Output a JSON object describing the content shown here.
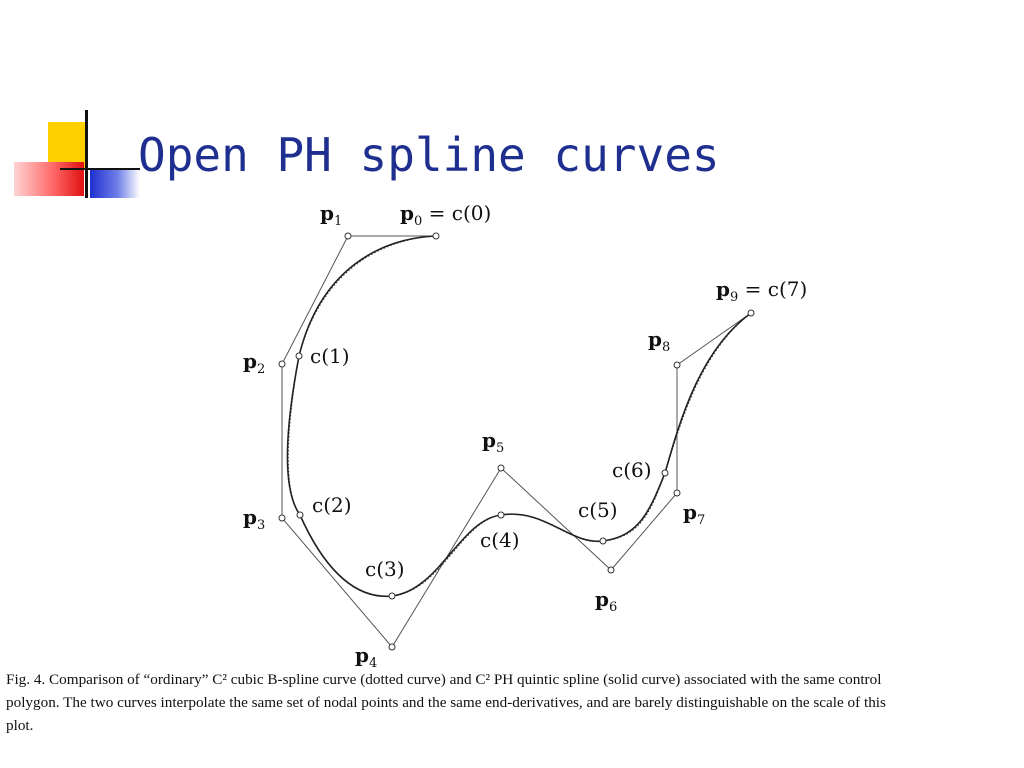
{
  "slide": {
    "title": "Open PH spline curves"
  },
  "figure": {
    "control_points": [
      {
        "bold": "p",
        "sub": "0",
        "suffix": " = c(0)"
      },
      {
        "bold": "p",
        "sub": "1",
        "suffix": ""
      },
      {
        "bold": "p",
        "sub": "2",
        "suffix": ""
      },
      {
        "bold": "p",
        "sub": "3",
        "suffix": ""
      },
      {
        "bold": "p",
        "sub": "4",
        "suffix": ""
      },
      {
        "bold": "p",
        "sub": "5",
        "suffix": ""
      },
      {
        "bold": "p",
        "sub": "6",
        "suffix": ""
      },
      {
        "bold": "p",
        "sub": "7",
        "suffix": ""
      },
      {
        "bold": "p",
        "sub": "8",
        "suffix": ""
      },
      {
        "bold": "p",
        "sub": "9",
        "suffix": " = c(7)"
      }
    ],
    "nodal_points": [
      "c(1)",
      "c(2)",
      "c(3)",
      "c(4)",
      "c(5)",
      "c(6)"
    ],
    "colors": {
      "title": "#1f2f8f",
      "curve": "#222222",
      "polygon": "#555555"
    }
  },
  "caption": {
    "line1": "Fig. 4. Comparison of “ordinary” C² cubic B-spline curve (dotted curve) and C² PH quintic spline (solid curve) associated with the same control",
    "line2": "polygon. The two curves interpolate the same set of nodal points and the same end-derivatives, and are barely distinguishable on the scale of this",
    "line3": "plot."
  }
}
